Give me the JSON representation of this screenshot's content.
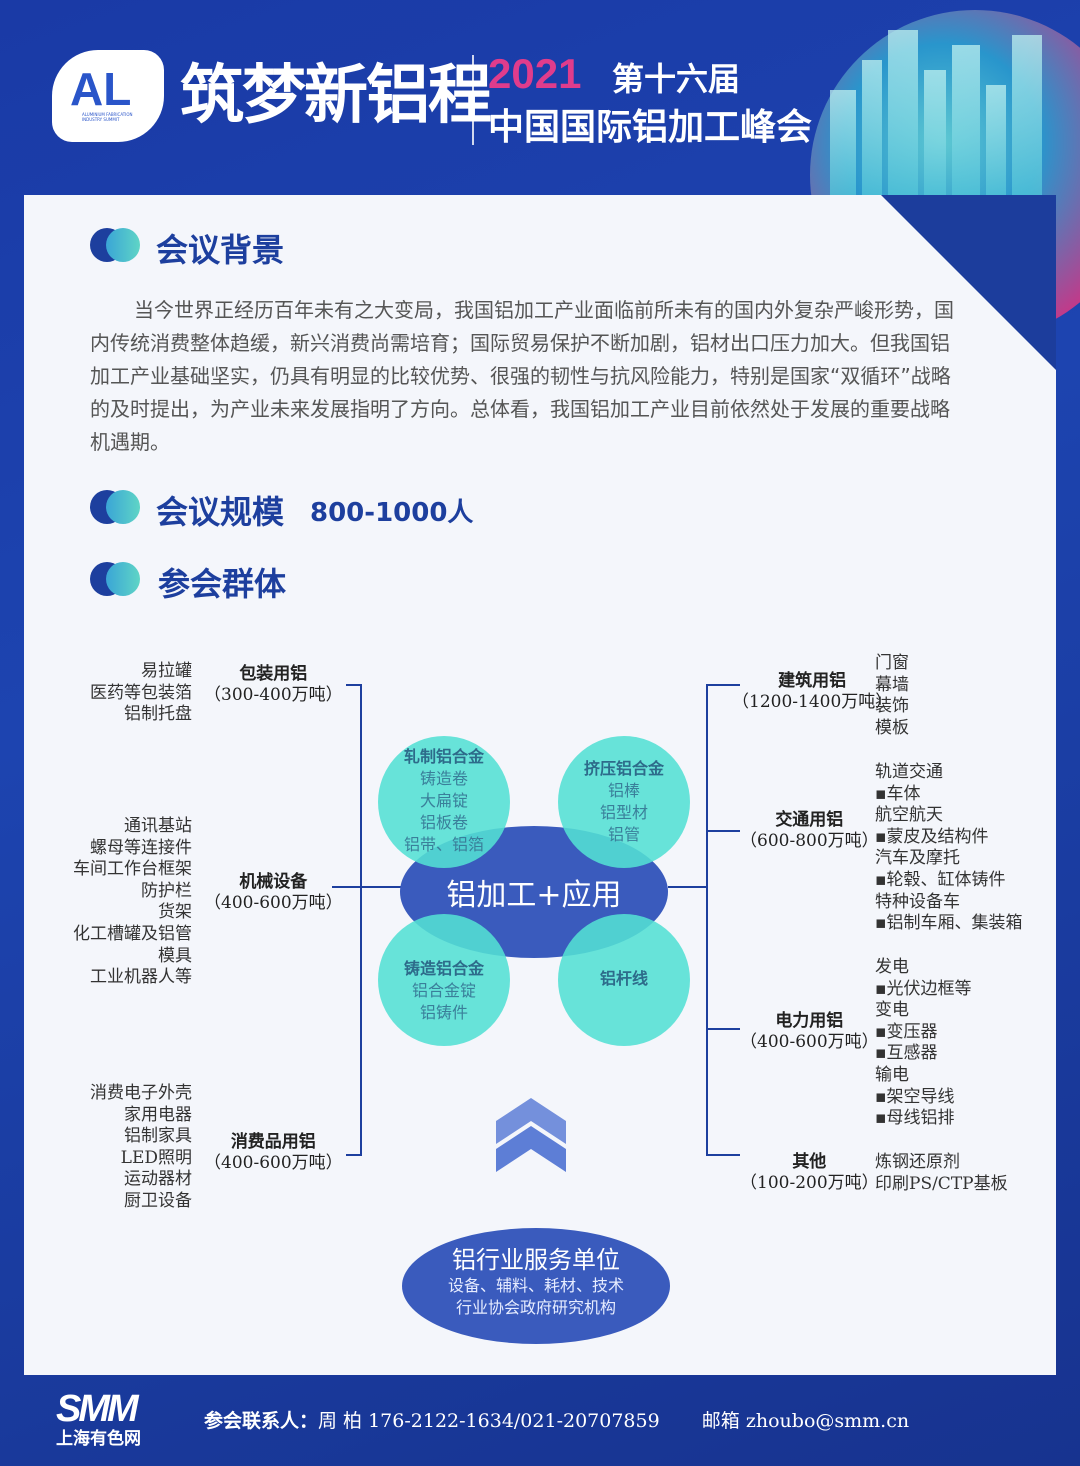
{
  "header": {
    "logo_text": "AL",
    "logo_small": "ALUMINIUM FABRICATION INDUSTRY SUMMIT",
    "slogan": "筑梦新铝程",
    "year": "2021",
    "session": "第十六届",
    "summit_name": "中国国际铝加工峰会"
  },
  "sections": {
    "background_title": "会议背景",
    "background_text": "当今世界正经历百年未有之大变局，我国铝加工产业面临前所未有的国内外复杂严峻形势，国内传统消费整体趋缓，新兴消费尚需培育；国际贸易保护不断加剧，铝材出口压力加大。但我国铝加工产业基础坚实，仍具有明显的比较优势、很强的韧性与抗风险能力，特别是国家“双循环”战略的及时提出，为产业未来发展指明了方向。总体看，我国铝加工产业目前依然处于发展的重要战略机遇期。",
    "scale_title": "会议规模",
    "scale_value": "800-1000人",
    "group_title": "参会群体"
  },
  "diagram": {
    "center": "铝加工+应用",
    "bubbles": [
      {
        "title": "轧制铝合金",
        "items": "铸造卷\n大扁锭\n铝板卷\n铝带、铝箔"
      },
      {
        "title": "挤压铝合金",
        "items": "铝棒\n铝型材\n铝管"
      },
      {
        "title": "铸造铝合金",
        "items": "铝合金锭\n铝铸件"
      },
      {
        "title": "铝杆线",
        "items": ""
      }
    ],
    "left": [
      {
        "name": "包装用铝",
        "range": "（300-400万吨）",
        "items": "易拉罐\n医药等包装箔\n铝制托盘"
      },
      {
        "name": "机械设备",
        "range": "（400-600万吨）",
        "items": "通讯基站\n螺母等连接件\n车间工作台框架\n防护栏\n货架\n化工槽罐及铝管\n模具\n工业机器人等"
      },
      {
        "name": "消费品用铝",
        "range": "（400-600万吨）",
        "items": "消费电子外壳\n家用电器\n铝制家具\nLED照明\n运动器材\n厨卫设备"
      }
    ],
    "right": [
      {
        "name": "建筑用铝",
        "range": "（1200-1400万吨）",
        "items": "门窗\n幕墙\n装饰\n模板"
      },
      {
        "name": "交通用铝",
        "range": "（600-800万吨）",
        "items": "轨道交通\n▪车体\n航空航天\n▪蒙皮及结构件\n汽车及摩托\n▪轮毂、缸体铸件\n特种设备车\n▪铝制车厢、集装箱"
      },
      {
        "name": "电力用铝",
        "range": "（400-600万吨）",
        "items": "发电\n▪光伏边框等\n变电\n▪变压器\n▪互感器\n输电\n▪架空导线\n▪母线铝排"
      },
      {
        "name": "其他",
        "range": "（100-200万吨）",
        "items": "炼钢还原剂\n印刷PS/CTP基板"
      }
    ],
    "service": {
      "title": "铝行业服务单位",
      "line1": "设备、辅料、耗材、技术",
      "line2": "行业协会政府研究机构"
    }
  },
  "footer": {
    "brand": "SMM",
    "brand_sub": "上海有色网",
    "contact_label": "参会联系人：",
    "contact_value": "周 柏 176-2122-1634/021-20707859",
    "email_label": "邮箱",
    "email_value": "zhoubo@smm.cn"
  },
  "colors": {
    "primary": "#1d3f9e",
    "teal": "#53e0d4",
    "accent": "#e03c8c"
  }
}
